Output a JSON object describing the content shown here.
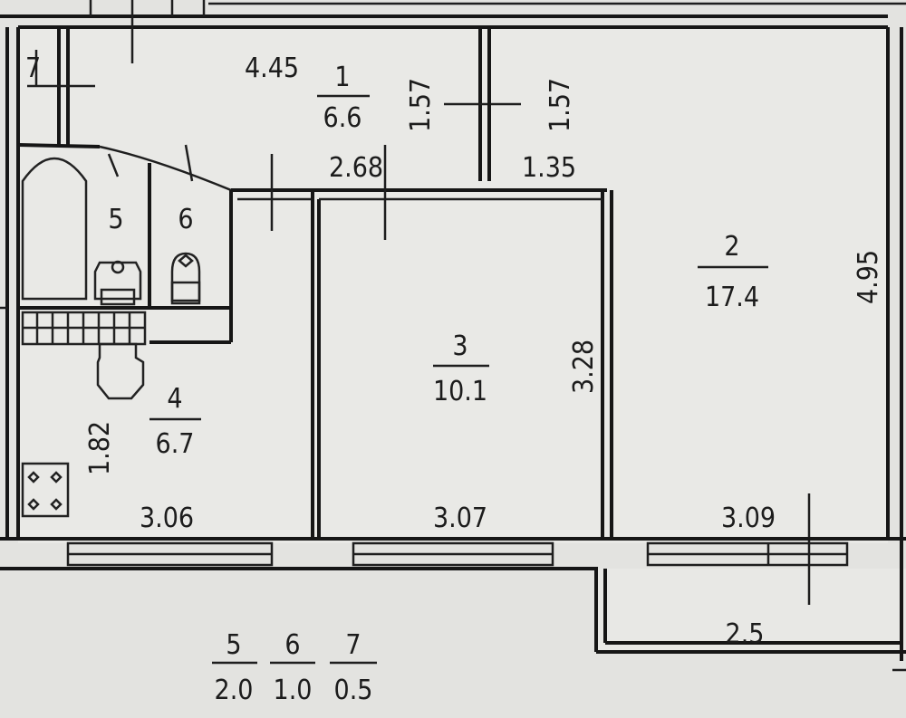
{
  "rooms": [
    {
      "id": "1",
      "area": "6.6"
    },
    {
      "id": "2",
      "area": "17.4"
    },
    {
      "id": "3",
      "area": "10.1"
    },
    {
      "id": "4",
      "area": "6.7"
    },
    {
      "id": "5"
    },
    {
      "id": "6"
    },
    {
      "id": "7"
    }
  ],
  "dimensions": {
    "hall_length": "4.45",
    "hall_depth": "1.57",
    "closet_depth": "1.57",
    "corridor_width": "2.68",
    "closet_width": "1.35",
    "room2_depth": "4.95",
    "room3_depth": "3.28",
    "kitchen_depth": "1.82",
    "kitchen_width": "3.06",
    "room3_width": "3.07",
    "room2_width": "3.09",
    "balcony_width": "2.5"
  },
  "legend": [
    {
      "room": "5",
      "area": "2.0"
    },
    {
      "room": "6",
      "area": "1.0"
    },
    {
      "room": "7",
      "area": "0.5"
    }
  ]
}
